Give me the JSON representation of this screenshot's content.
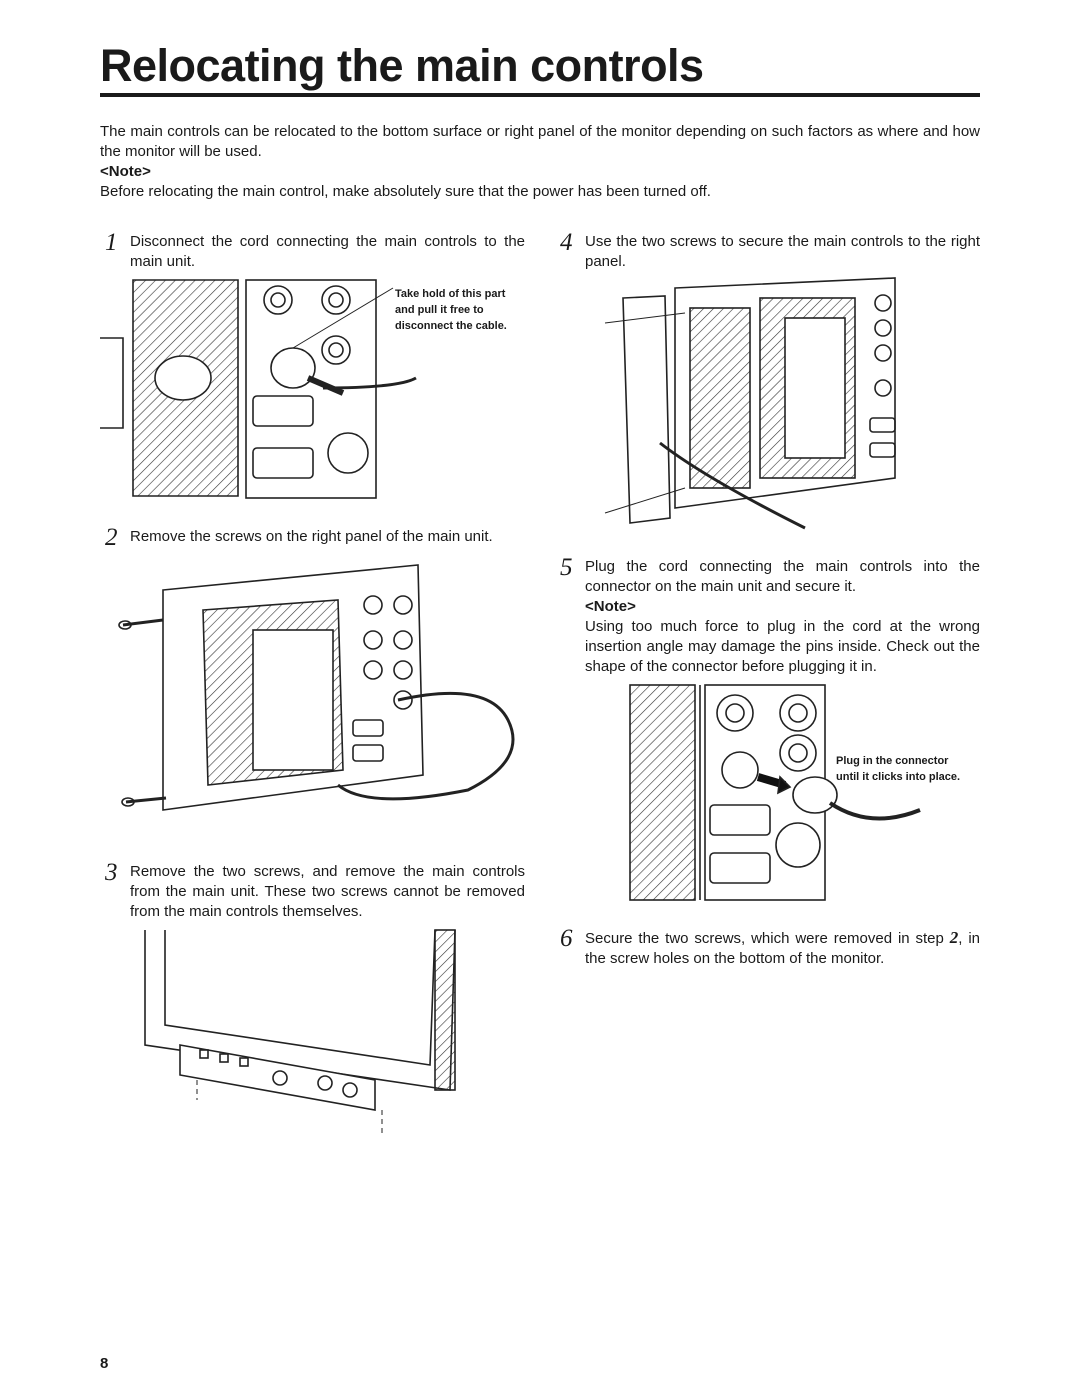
{
  "page": {
    "title": "Relocating the main controls",
    "intro": "The main controls can be relocated to the bottom surface or right panel of the monitor depending on such factors as where and how the monitor will be used.",
    "note_heading": "<Note>",
    "note_text": "Before relocating the main control, make absolutely sure that the power has been turned off.",
    "page_number": "8"
  },
  "steps": [
    {
      "num": "1",
      "text": "Disconnect the cord connecting the main controls to the main unit.",
      "callout": [
        "Take hold of this part",
        "and pull it free to",
        "disconnect the cable."
      ]
    },
    {
      "num": "2",
      "text": "Remove the screws on the right panel of the main unit."
    },
    {
      "num": "3",
      "text": "Remove the two screws, and remove the main controls from the main unit.  These two screws cannot be removed from the main controls themselves."
    },
    {
      "num": "4",
      "text": "Use the two screws to secure the main controls to the right panel."
    },
    {
      "num": "5",
      "text": "Plug the cord connecting the main controls into the connector on the main unit and secure it.",
      "note_heading": "<Note>",
      "note_text": "Using too much force to plug in the cord at the wrong insertion angle may damage the pins inside.  Check out the shape of the connector before plugging it in.",
      "callout": [
        "Plug in the connector",
        "until it clicks into place."
      ]
    },
    {
      "num": "6",
      "text_before": "Secure the two screws, which were removed in step ",
      "ref": "2",
      "text_after": ", in the screw holes on the bottom of the monitor."
    }
  ]
}
